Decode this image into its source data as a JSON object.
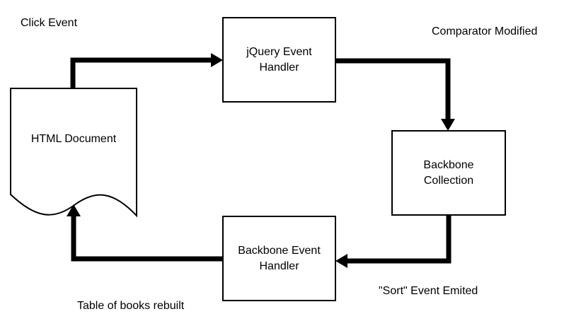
{
  "nodes": {
    "html_document": {
      "lines": [
        "HTML Document"
      ]
    },
    "jquery_handler": {
      "lines": [
        "jQuery Event",
        "Handler"
      ]
    },
    "backbone_collection": {
      "lines": [
        "Backbone",
        "Collection"
      ]
    },
    "backbone_handler": {
      "lines": [
        "Backbone Event",
        "Handler"
      ]
    }
  },
  "edges": {
    "click_event": "Click Event",
    "comparator_modified": "Comparator Modified",
    "sort_event_emitted": "\"Sort\" Event Emited",
    "table_rebuilt": "Table of books rebuilt"
  },
  "colors": {
    "stroke": "#000000",
    "fill": "#ffffff"
  }
}
